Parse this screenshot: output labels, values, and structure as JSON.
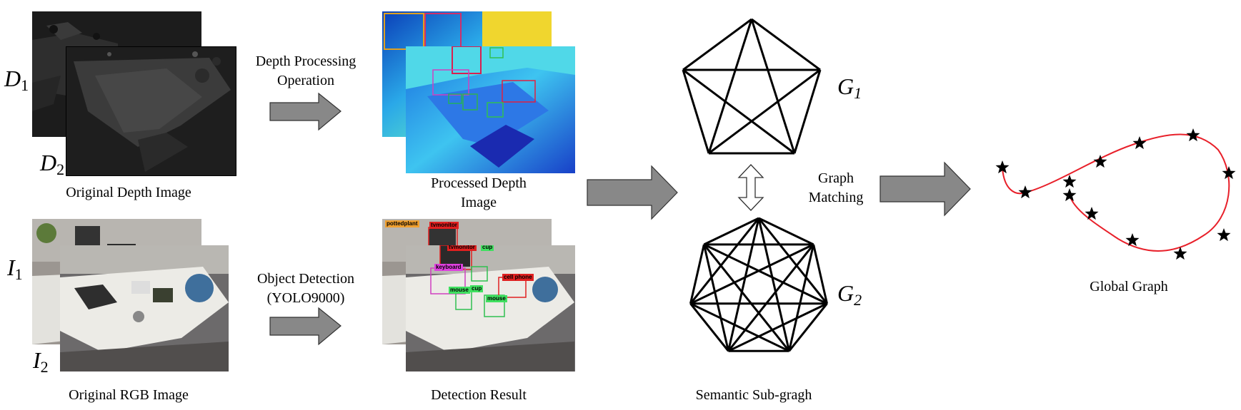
{
  "labels": {
    "d1_main": "D",
    "d1_sub": "1",
    "d2_main": "D",
    "d2_sub": "2",
    "i1_main": "I",
    "i1_sub": "1",
    "i2_main": "I",
    "i2_sub": "2",
    "g1_main": "G",
    "g1_sub": "1",
    "g2_main": "G",
    "g2_sub": "2"
  },
  "captions": {
    "original_depth": "Original Depth Image",
    "original_rgb": "Original RGB Image",
    "processed_depth_line1": "Processed Depth",
    "processed_depth_line2": "Image",
    "detection_result": "Detection Result",
    "semantic_subgraph": "Semantic Sub-gragh",
    "global_graph": "Global Graph"
  },
  "arrows": {
    "depth_processing_line1": "Depth Processing",
    "depth_processing_line2": "Operation",
    "object_detection_line1": "Object Detection",
    "object_detection_line2": "(YOLO9000)",
    "graph_matching_line1": "Graph",
    "graph_matching_line2": "Matching"
  },
  "detections": {
    "pottedplant": "pottedplant",
    "tvmonitor_a": "tvmonitor",
    "tvmonitor_b": "tvmonitor",
    "cup_a": "cup",
    "cup_b": "cup",
    "keyboard": "keyboard",
    "cell_phone": "cell phone",
    "mouse_a": "mouse",
    "mouse_b": "mouse"
  },
  "colors": {
    "arrow_fill": "#888888",
    "arrow_stroke": "#333333",
    "trajectory": "#e8202a",
    "graph_edge": "#000000"
  }
}
